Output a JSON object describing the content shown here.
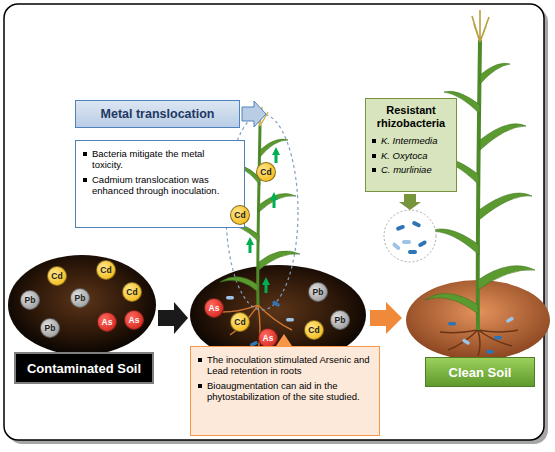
{
  "diagram": {
    "nodes": [
      {
        "text": [
          "Metal translocation"
        ]
      },
      {
        "text": [
          "Resistant rhizobacteria",
          "K. Intermedia",
          "K. Oxytoca",
          "C. murliniae"
        ]
      },
      {
        "text": [
          "Bacteria mitigate the metal toxicity.",
          "Cadmium translocation was enhanced through inoculation."
        ]
      },
      {
        "text": [
          "Cd"
        ]
      },
      {
        "text": [
          "Cd"
        ]
      },
      {
        "text": [
          "Cd"
        ]
      },
      {
        "text": [
          "Cd"
        ]
      },
      {
        "text": [
          "Cd"
        ]
      },
      {
        "text": [
          "Pb"
        ]
      },
      {
        "text": [
          "Pb"
        ]
      },
      {
        "text": [
          "As"
        ]
      },
      {
        "text": [
          "As"
        ]
      },
      {
        "text": [
          "Pb"
        ]
      },
      {
        "text": [
          "Pb"
        ]
      },
      {
        "text": [
          "As"
        ]
      },
      {
        "text": [
          "Pb"
        ]
      },
      {
        "text": [
          "Cd"
        ]
      },
      {
        "text": [
          "Cd"
        ]
      },
      {
        "text": [
          "As"
        ]
      },
      {
        "text": [
          "Contaminated Soil"
        ]
      },
      {
        "text": [
          "The inoculation stimulated Arsenic and Lead retention in roots",
          "Bioaugmentation can aid in the phytostabilization of the site studied."
        ]
      },
      {
        "text": [
          "Clean Soil"
        ]
      }
    ]
  }
}
